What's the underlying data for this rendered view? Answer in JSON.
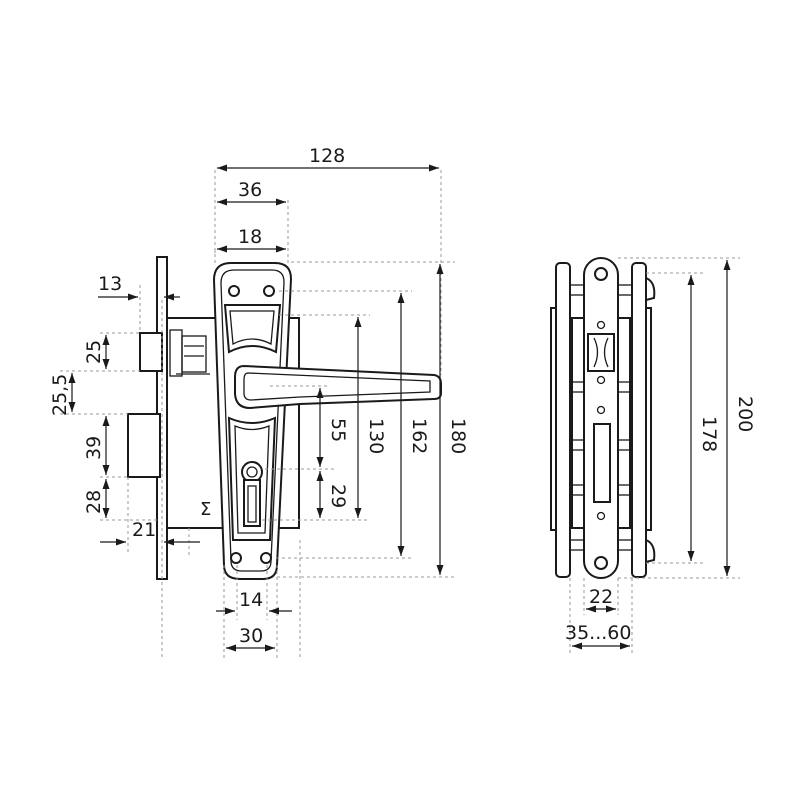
{
  "dimensions": {
    "top_width_128": "128",
    "top_width_36": "36",
    "top_width_18": "18",
    "left_13": "13",
    "left_25": "25",
    "left_25_5": "25,5",
    "left_39": "39",
    "left_28": "28",
    "bottom_21": "21",
    "bottom_14": "14",
    "bottom_30": "30",
    "vert_55": "55",
    "vert_29": "29",
    "vert_130": "130",
    "vert_162": "162",
    "vert_180": "180",
    "side_178": "178",
    "side_200": "200",
    "side_22": "22",
    "side_35_60": "35...60"
  },
  "marking": "Σ"
}
